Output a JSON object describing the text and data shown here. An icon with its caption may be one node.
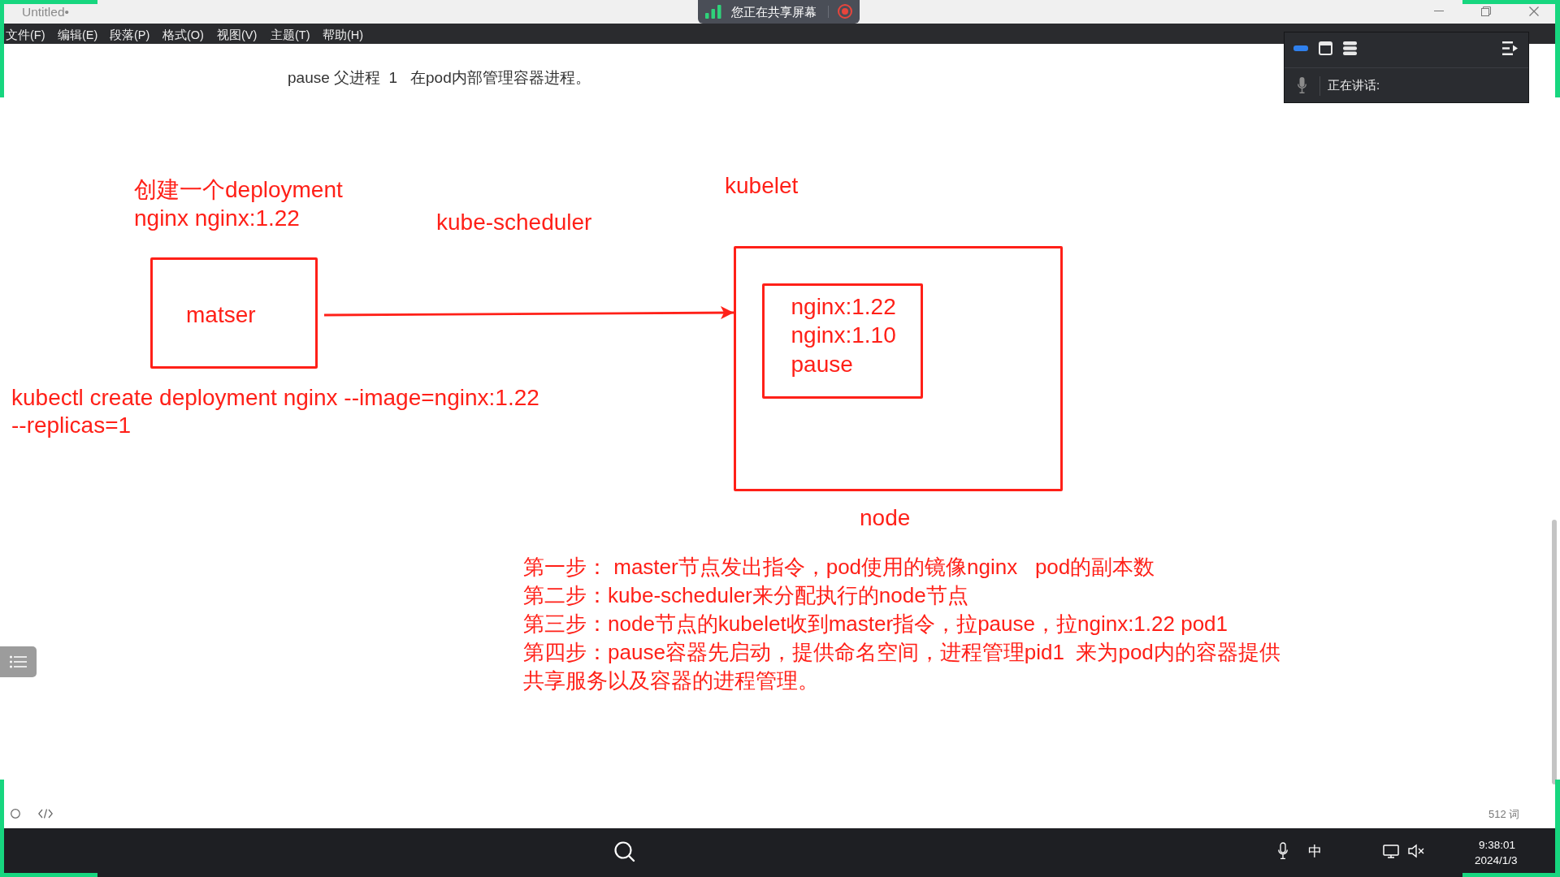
{
  "diagram": {
    "nodes": [
      {
        "text": [
          "matser"
        ],
        "beside": [
          "创建一个deployment nginx nginx:1.22",
          "kubectl create deployment nginx --image=nginx:1.22 --replicas=1"
        ]
      },
      {
        "text": [
          "node"
        ],
        "beside": [
          "kubelet"
        ]
      },
      {
        "text": [
          "nginx:1.22",
          "nginx:1.10",
          "pause"
        ],
        "in": 1
      }
    ],
    "edges": [
      {
        "from": 0,
        "to": 1,
        "arrow": "to"
      }
    ],
    "labels": [
      "Untitled•",
      "您正在共享屏幕",
      "文件(F)",
      "编辑(E)",
      "段落(P)",
      "格式(O)",
      "视图(V)",
      "主题(T)",
      "帮助(H)",
      "正在讲话:",
      "pause 父进程  1   在pod内部管理容器进程。",
      "kube-scheduler",
      "第一步： master节点发出指令，pod使用的镜像nginx   pod的副本数",
      "第二步：kube-scheduler来分配执行的node节点",
      "第三步：node节点的kubelet收到master指令，拉pause，拉nginx:1.22 pod1",
      "第四步：pause容器先启动，提供命名空间，进程管理pid1  来为pod内的容器提供共享服务以及容器的进程管理。",
      "512 词",
      "中",
      "9:38:01",
      "2024/1/3"
    ]
  }
}
